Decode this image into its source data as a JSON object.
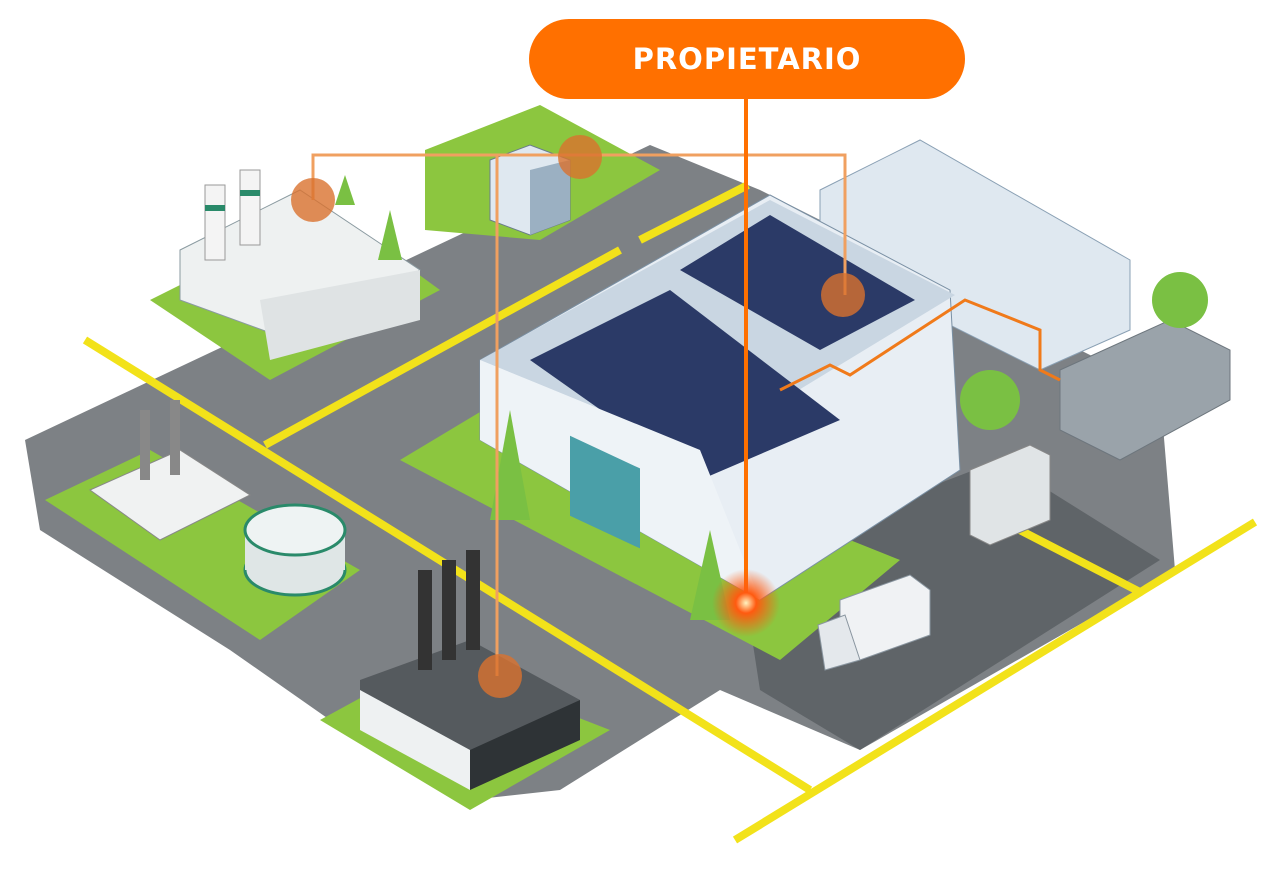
{
  "label": {
    "text": "PROPIETARIO",
    "color": "#FF7000"
  },
  "colors": {
    "road": "#7d8185",
    "road_dark": "#5f6468",
    "grass": "#8cc63f",
    "road_line": "#f2e21a",
    "connection": "#f0a060",
    "marker": "#d9722e",
    "solar": "#2b3a67",
    "building": "#dfe8f0",
    "glass": "#4a9fa8"
  },
  "markers": [
    {
      "name": "power-plant-marker"
    },
    {
      "name": "office-marker"
    },
    {
      "name": "warehouse-roof-marker"
    },
    {
      "name": "factory-marker"
    }
  ],
  "owner_point": {
    "name": "owner-location-glow"
  }
}
